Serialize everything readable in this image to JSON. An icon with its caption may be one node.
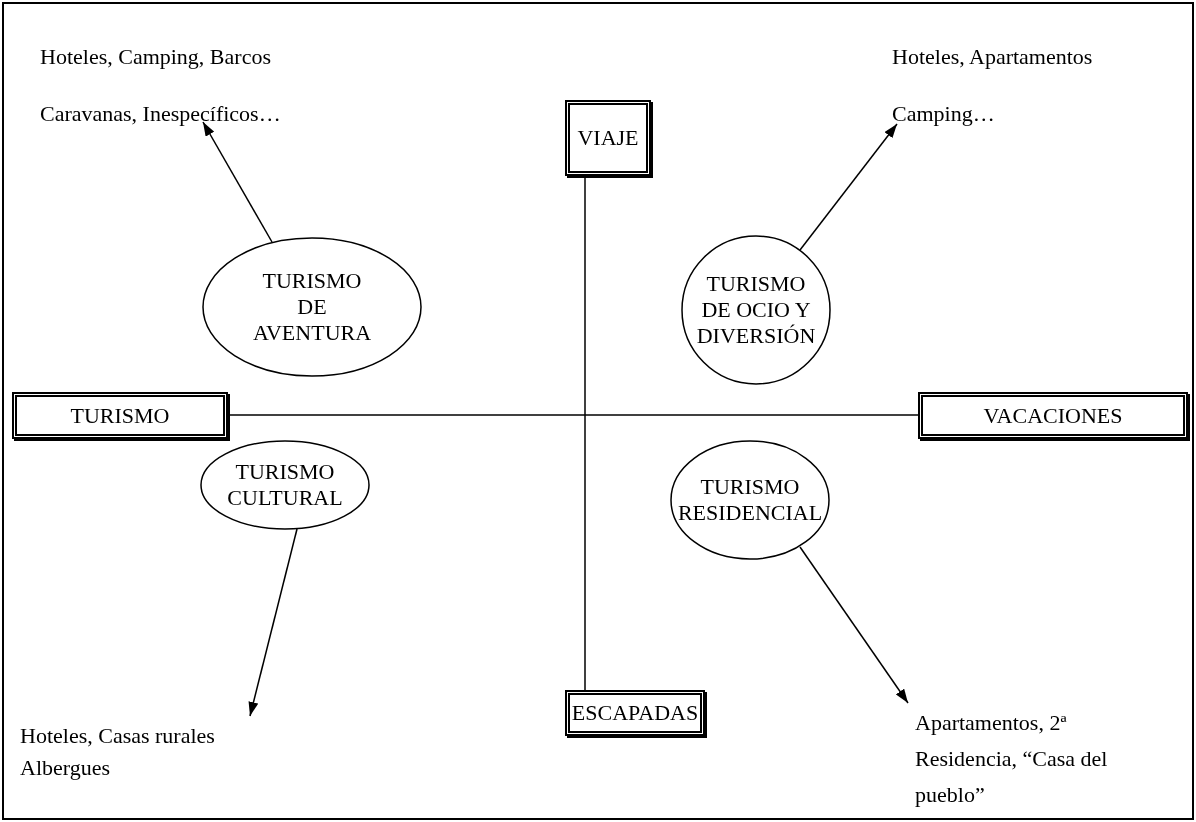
{
  "diagram": {
    "nodes": [
      {
        "text": [
          "Hoteles, Camping, Barcos Caravanas, Inespecíficos…"
        ]
      },
      {
        "text": [
          "VIAJE"
        ]
      },
      {
        "text": [
          "Hoteles, Apartamentos Camping…"
        ]
      },
      {
        "text": [
          "TURISMO DE AVENTURA"
        ]
      },
      {
        "text": [
          "TURISMO DE OCIO Y DIVERSIÓN"
        ]
      },
      {
        "text": [
          "TURISMO"
        ]
      },
      {
        "text": [
          "VACACIONES"
        ]
      },
      {
        "text": [
          "TURISMO CULTURAL"
        ]
      },
      {
        "text": [
          "TURISMO RESIDENCIAL"
        ]
      },
      {
        "text": [
          "ESCAPADAS"
        ]
      },
      {
        "text": [
          "Hoteles, Casas rurales Albergues"
        ]
      },
      {
        "text": [
          "Apartamentos, 2ª Residencia, “Casa del pueblo”"
        ]
      }
    ],
    "edges": [
      {
        "from": 1,
        "to": 9,
        "arrow": "none"
      },
      {
        "from": 5,
        "to": 6,
        "arrow": "none"
      },
      {
        "from": 3,
        "to": 0,
        "arrow": "to"
      },
      {
        "from": 4,
        "to": 2,
        "arrow": "to"
      },
      {
        "from": 7,
        "to": 10,
        "arrow": "to"
      },
      {
        "from": 8,
        "to": 11,
        "arrow": "to"
      }
    ]
  }
}
